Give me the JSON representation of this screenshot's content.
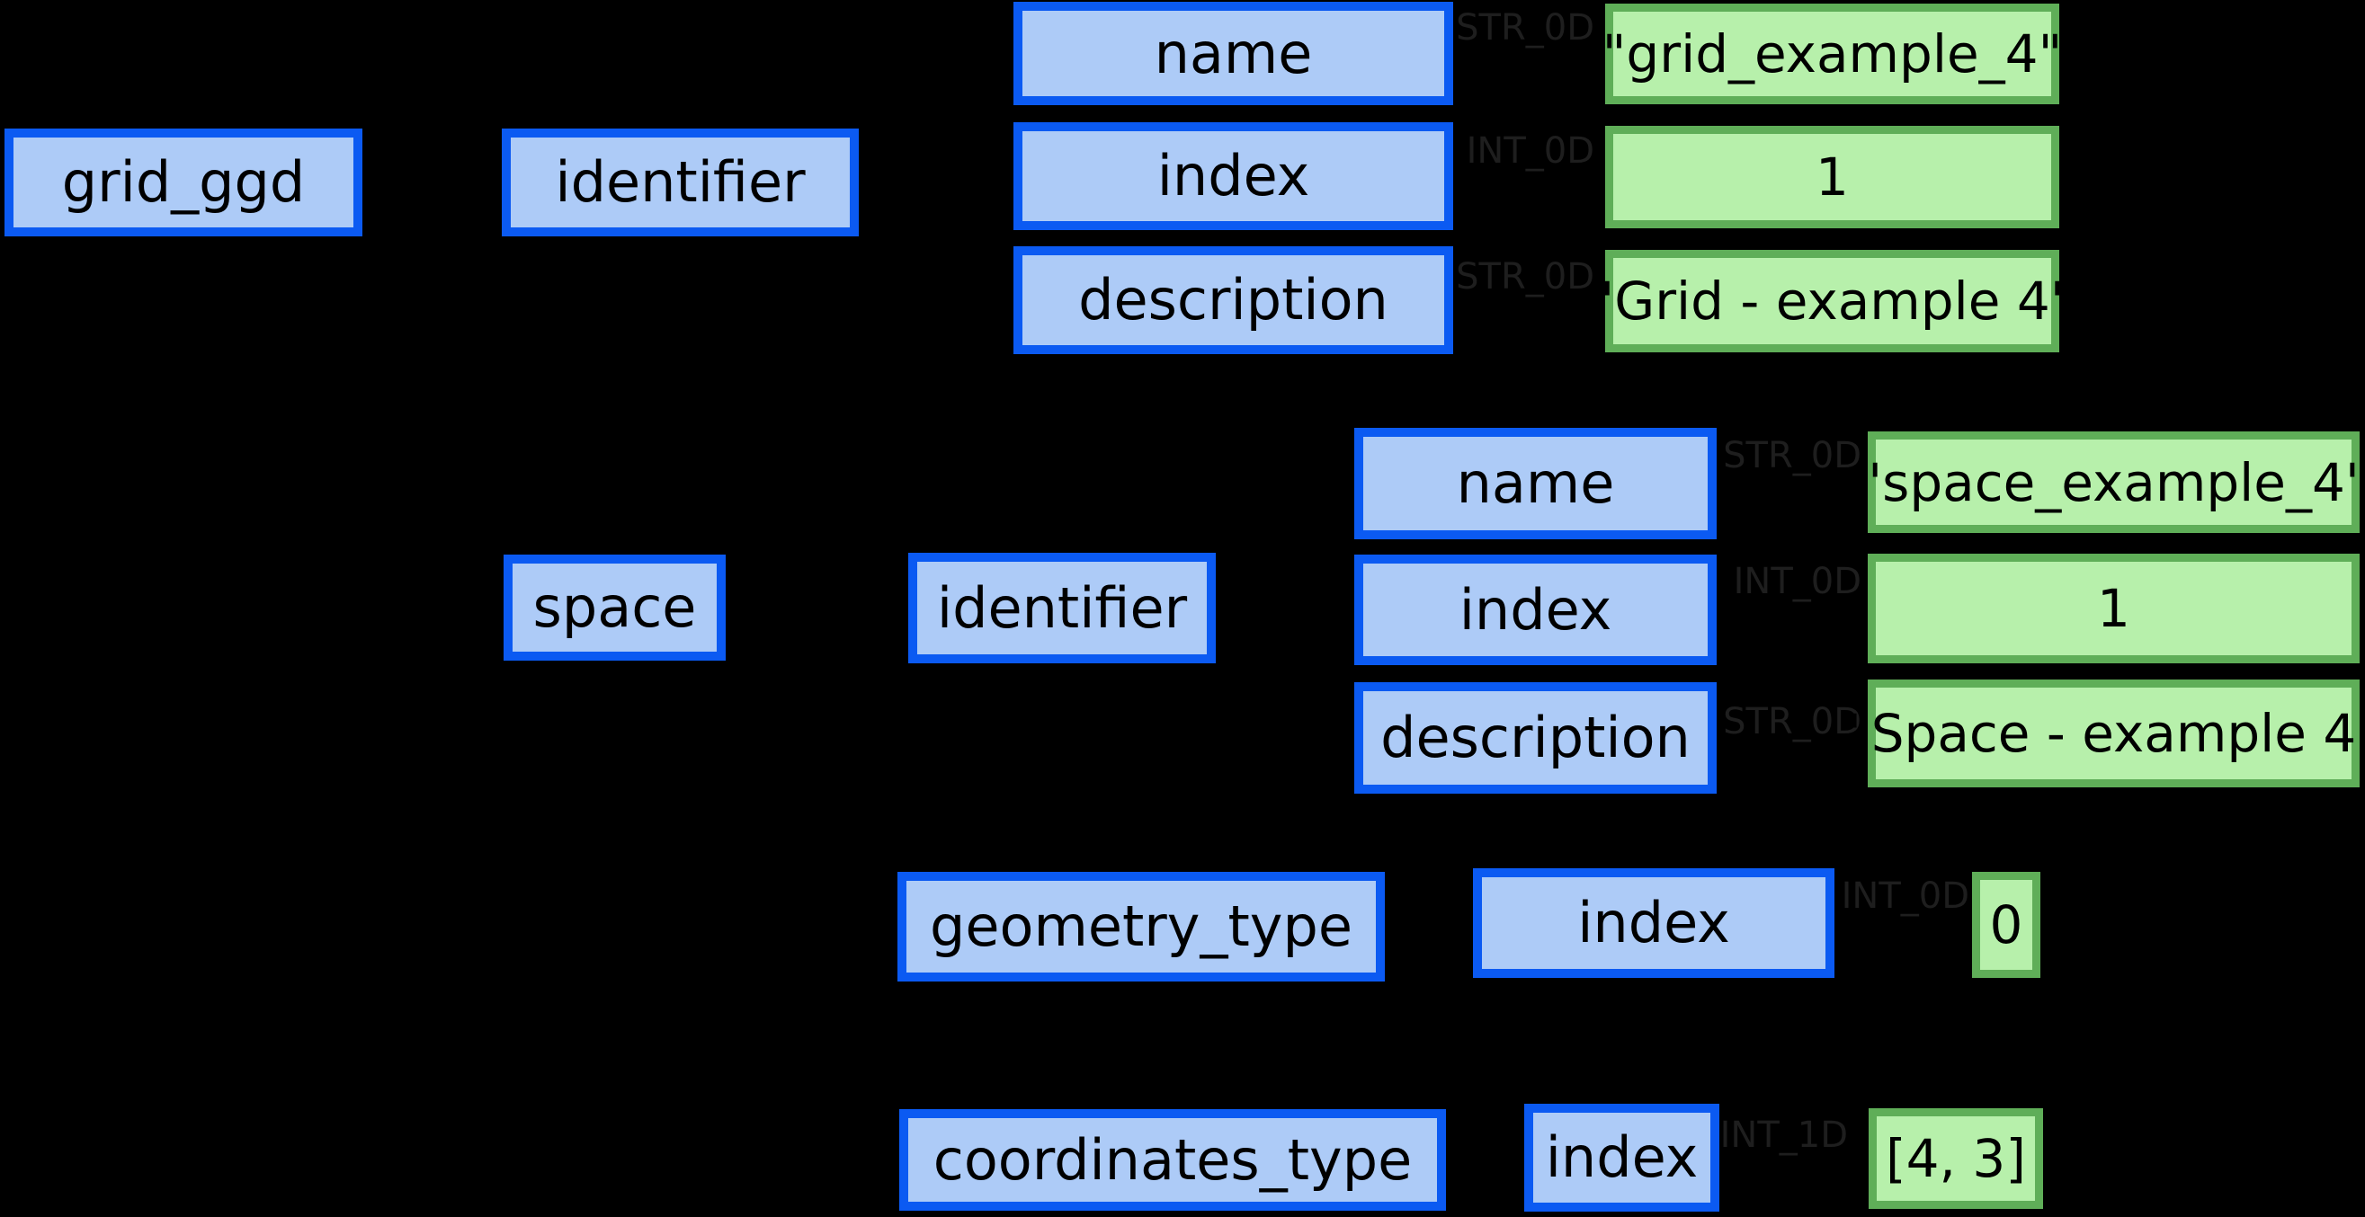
{
  "colors": {
    "background": "#000000",
    "node_border": "#0b5af2",
    "node_fill": "#adcbf7",
    "leaf_border": "#5fae58",
    "leaf_fill": "#b7f0ab",
    "edge_label": "#1e1e1e",
    "node_text": "#000000"
  },
  "tree": {
    "root_label": "grid_ggd",
    "grid_identifier": {
      "label": "identifier",
      "fields": [
        {
          "name": "name",
          "type": "STR_0D",
          "value": "\"grid_example_4\""
        },
        {
          "name": "index",
          "type": "INT_0D",
          "value": "1"
        },
        {
          "name": "description",
          "type": "STR_0D",
          "value": "\"Grid - example 4\""
        }
      ]
    },
    "space": {
      "label": "space",
      "identifier": {
        "label": "identifier",
        "fields": [
          {
            "name": "name",
            "type": "STR_0D",
            "value": "\"space_example_4\""
          },
          {
            "name": "index",
            "type": "INT_0D",
            "value": "1"
          },
          {
            "name": "description",
            "type": "STR_0D",
            "value": "\"Space - example 4\""
          }
        ]
      },
      "geometry_type": {
        "label": "geometry_type",
        "index_label": "index",
        "type": "INT_0D",
        "value": "0"
      },
      "coordinates_type": {
        "label": "coordinates_type",
        "index_label": "index",
        "type": "INT_1D",
        "value": "[4, 3]"
      }
    }
  }
}
